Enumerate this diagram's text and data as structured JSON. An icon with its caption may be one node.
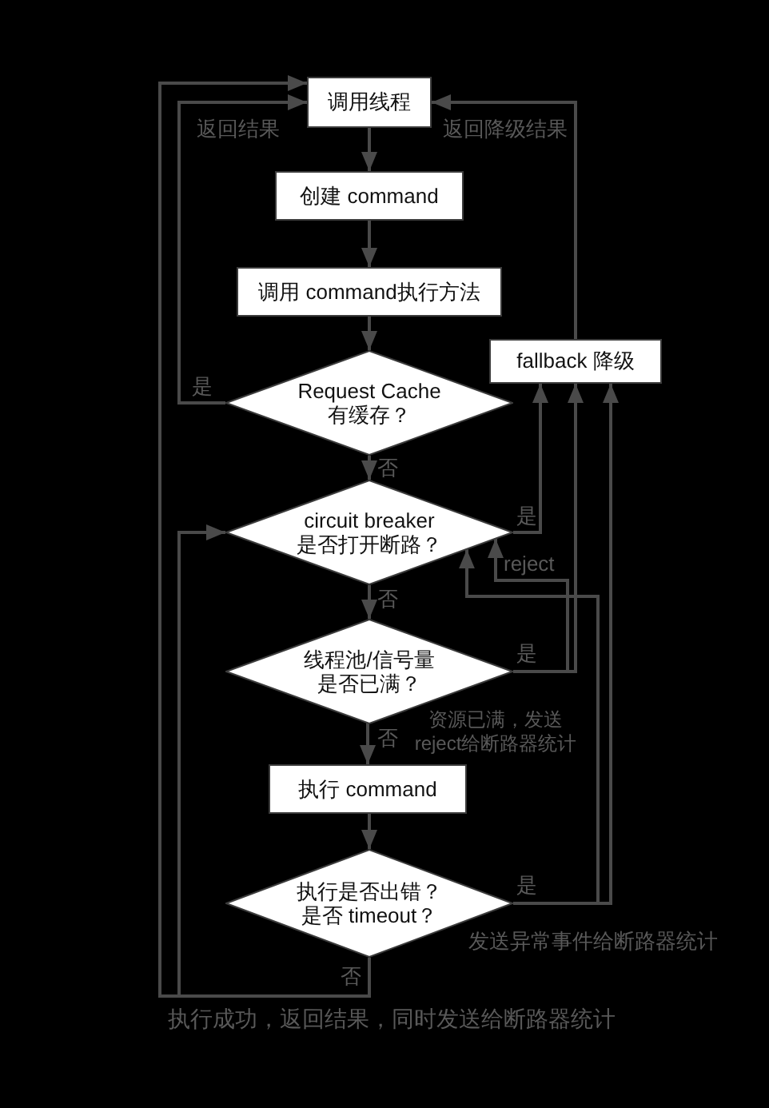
{
  "diagram": {
    "nodes": [
      {
        "text": [
          "调用线程"
        ]
      },
      {
        "text": [
          "创建 command"
        ]
      },
      {
        "text": [
          "调用 command执行方法"
        ]
      },
      {
        "text": [
          "Request Cache 有缓存？"
        ]
      },
      {
        "text": [
          "fallback 降级"
        ]
      },
      {
        "text": [
          "circuit breaker 是否打开断路？"
        ]
      },
      {
        "text": [
          "线程池/信号量是否已满？"
        ]
      },
      {
        "text": [
          "执行 command"
        ]
      },
      {
        "text": [
          "执行是否出错？是否 timeout？"
        ]
      }
    ],
    "edges": [
      {
        "from": 0,
        "to": 1,
        "arrow": "to"
      },
      {
        "from": 1,
        "to": 2,
        "arrow": "to"
      },
      {
        "from": 2,
        "to": 3,
        "arrow": "to"
      },
      {
        "from": 3,
        "to": 5,
        "arrow": "to",
        "label": "否"
      },
      {
        "from": 5,
        "to": 6,
        "arrow": "to",
        "label": "否"
      },
      {
        "from": 6,
        "to": 7,
        "arrow": "to",
        "label": "否"
      },
      {
        "from": 7,
        "to": 8,
        "arrow": "to"
      },
      {
        "from": 3,
        "to": 0,
        "arrow": "to",
        "label": "是"
      },
      {
        "from": 8,
        "to": 0,
        "arrow": "to",
        "label": "否"
      },
      {
        "from": 8,
        "to": 5,
        "arrow": "to"
      },
      {
        "from": 4,
        "to": 0,
        "arrow": "to",
        "label": "返回降级结果"
      },
      {
        "from": 5,
        "to": 4,
        "arrow": "to",
        "label": "是"
      },
      {
        "from": 6,
        "to": 5,
        "arrow": "to",
        "label": "reject"
      },
      {
        "from": 6,
        "to": 4,
        "arrow": "to",
        "label": "是"
      },
      {
        "from": 8,
        "to": 5,
        "arrow": "to"
      },
      {
        "from": 8,
        "to": 4,
        "arrow": "to",
        "label": "是"
      }
    ],
    "labels": [
      "返回结果",
      "资源已满，发送 reject给断路器统计",
      "发送异常事件给断路器统计",
      "执行成功，返回结果，同时发送给断路器统计"
    ]
  }
}
